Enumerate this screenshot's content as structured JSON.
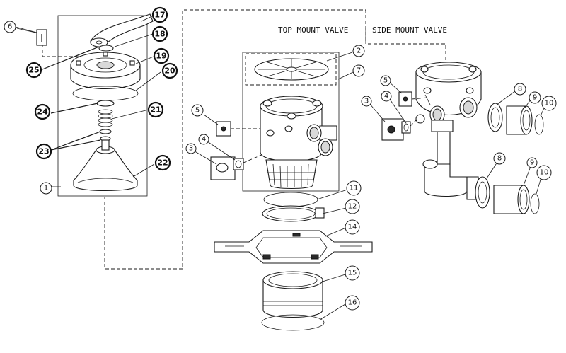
{
  "headings": {
    "top_mount": "TOP MOUNT VALVE",
    "side_mount": "SIDE MOUNT VALVE"
  },
  "callouts": {
    "c1": "1",
    "c2": "2",
    "c3a": "3",
    "c3b": "3",
    "c4a": "4",
    "c4b": "4",
    "c5a": "5",
    "c5b": "5",
    "c6": "6",
    "c7": "7",
    "c8a": "8",
    "c8b": "8",
    "c9a": "9",
    "c9b": "9",
    "c10a": "10",
    "c10b": "10",
    "c11": "11",
    "c12": "12",
    "c14": "14",
    "c15": "15",
    "c16": "16",
    "c17": "17",
    "c18": "18",
    "c19": "19",
    "c20": "20",
    "c21": "21",
    "c22": "22",
    "c23": "23",
    "c24": "24",
    "c25": "25"
  }
}
